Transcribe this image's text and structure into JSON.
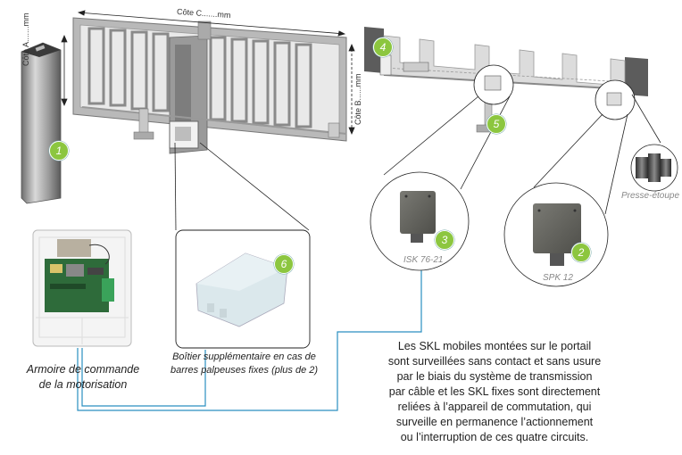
{
  "dimensions": {
    "cote_c": "Côte C.......mm",
    "cote_a": "Côte A.......mm",
    "cote_b": "Côte B......mm"
  },
  "badges": [
    "1",
    "2",
    "3",
    "4",
    "5",
    "6"
  ],
  "components": {
    "sensor_isk": "ISK 76-21",
    "sensor_spk": "SPK 12",
    "gland": "Presse-étoupe"
  },
  "captions": {
    "control_box": [
      "Armoire de commande",
      "de la motorisation"
    ],
    "extra_box": [
      "Boîtier supplémentaire en cas de",
      "barres palpeuses fixes (plus de 2)"
    ],
    "description": [
      "Les SKL mobiles montées sur le portail",
      "sont surveillées sans contact et sans usure",
      "par le biais du système de transmission",
      "par câble et les SKL fixes sont directement",
      "reliées à l’appareil de commutation, qui",
      "surveille en permanence l’actionnement",
      "ou l’interruption de ces quatre circuits."
    ]
  },
  "colors": {
    "wire": "#2a8fc0",
    "badge": "#8cc63f",
    "metal": "#c8c8c8",
    "housing": "#6b6b66"
  }
}
